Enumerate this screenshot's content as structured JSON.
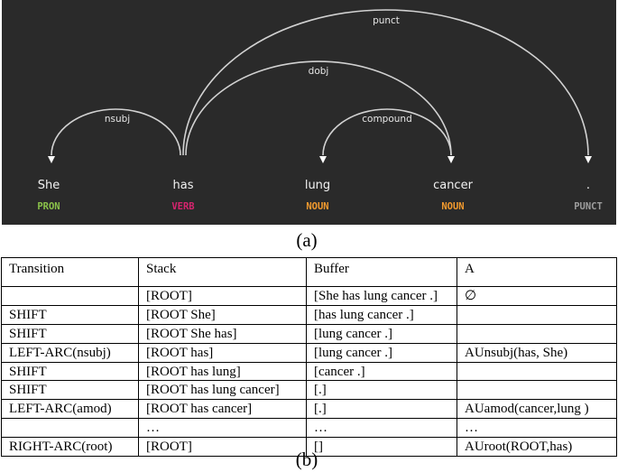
{
  "parse": {
    "words": [
      {
        "text": "She",
        "tag": "PRON",
        "color": "#8bc34a"
      },
      {
        "text": "has",
        "tag": "VERB",
        "color": "#d6246e"
      },
      {
        "text": "lung",
        "tag": "NOUN",
        "color": "#f29a2e"
      },
      {
        "text": "cancer",
        "tag": "NOUN",
        "color": "#f29a2e"
      },
      {
        "text": ".",
        "tag": "PUNCT",
        "color": "#9e9e9e"
      }
    ],
    "arcs": [
      {
        "label": "nsubj",
        "head": 1,
        "dep": 0
      },
      {
        "label": "compound",
        "head": 3,
        "dep": 2
      },
      {
        "label": "dobj",
        "head": 1,
        "dep": 3
      },
      {
        "label": "punct",
        "head": 1,
        "dep": 4
      }
    ]
  },
  "captions": {
    "a": "(a)",
    "b": "(b)"
  },
  "table": {
    "headers": [
      "Transition",
      "Stack",
      "Buffer",
      "A"
    ],
    "rows": [
      [
        "",
        "[ROOT]",
        "[She has lung cancer .]",
        "∅"
      ],
      [
        "SHIFT",
        "[ROOT She]",
        "[has lung cancer .]",
        ""
      ],
      [
        "SHIFT",
        "[ROOT She has]",
        "[lung cancer .]",
        ""
      ],
      [
        "LEFT-ARC(nsubj)",
        "[ROOT has]",
        "[lung cancer .]",
        "AUnsubj(has, She)"
      ],
      [
        "SHIFT",
        "[ROOT has lung]",
        "[cancer .]",
        ""
      ],
      [
        "SHIFT",
        "[ROOT has lung cancer]",
        "[.]",
        ""
      ],
      [
        "LEFT-ARC(amod)",
        "[ROOT has cancer]",
        "[.]",
        "AUamod(cancer,lung )"
      ],
      [
        "",
        "…",
        "…",
        "…"
      ],
      [
        "RIGHT-ARC(root)",
        "[ROOT]",
        "[]",
        "AUroot(ROOT,has)"
      ]
    ]
  }
}
